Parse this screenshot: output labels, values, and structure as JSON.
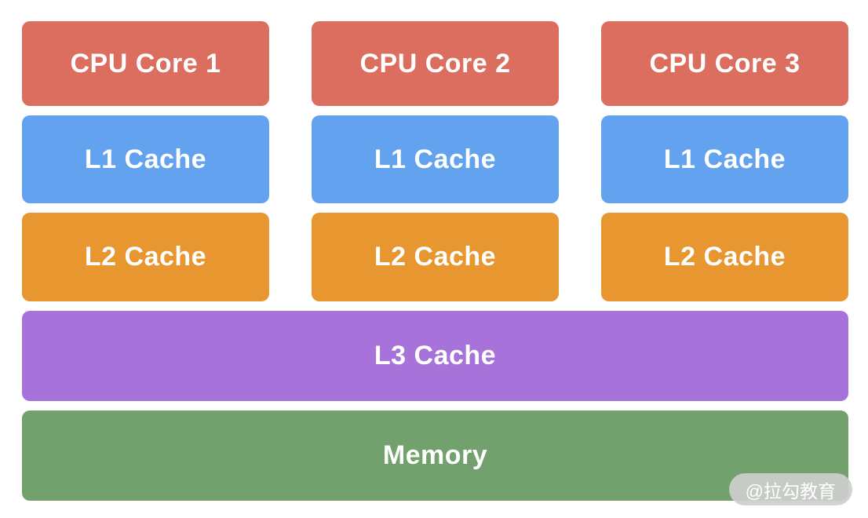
{
  "diagram": {
    "columns": [
      {
        "core_label": "CPU Core 1",
        "l1_label": "L1 Cache",
        "l2_label": "L2 Cache"
      },
      {
        "core_label": "CPU Core 2",
        "l1_label": "L1 Cache",
        "l2_label": "L2 Cache"
      },
      {
        "core_label": "CPU Core 3",
        "l1_label": "L1 Cache",
        "l2_label": "L2 Cache"
      }
    ],
    "shared": {
      "l3_label": "L3 Cache",
      "memory_label": "Memory"
    },
    "colors": {
      "cpu_core": "#db6e5f",
      "l1_cache": "#63a2ee",
      "l2_cache": "#e8962f",
      "l3_cache": "#a773db",
      "memory": "#73a16d",
      "watermark_bg": "rgba(206,206,206,0.92)",
      "text": "#ffffff",
      "background": "#ffffff"
    },
    "watermark": {
      "text": "@拉勾教育"
    }
  }
}
